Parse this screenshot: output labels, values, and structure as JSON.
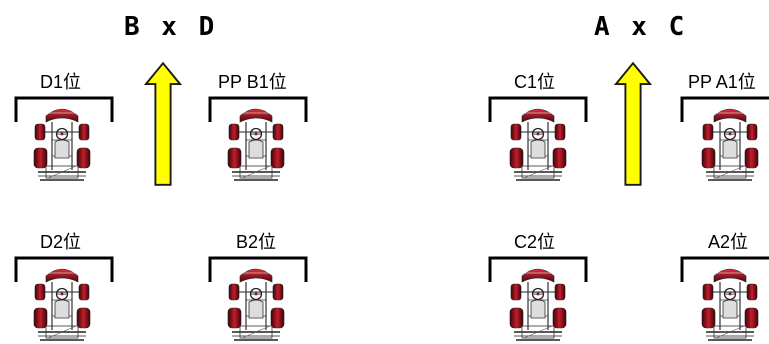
{
  "groups": [
    {
      "title": "B x D",
      "slots": [
        {
          "label": "D1位"
        },
        {
          "label": "PP B1位"
        },
        {
          "label": "D2位"
        },
        {
          "label": "B2位"
        }
      ]
    },
    {
      "title": "A x C",
      "slots": [
        {
          "label": "C1位"
        },
        {
          "label": "PP A1位"
        },
        {
          "label": "C2位"
        },
        {
          "label": "A2位"
        }
      ]
    }
  ],
  "colors": {
    "arrow_fill": "#ffff00",
    "arrow_stroke": "#1a1a1a",
    "kart_red": "#c41d2a",
    "kart_dark": "#5a0a10"
  },
  "icons": {
    "direction": "up-arrow-icon",
    "kart": "go-kart-icon"
  }
}
